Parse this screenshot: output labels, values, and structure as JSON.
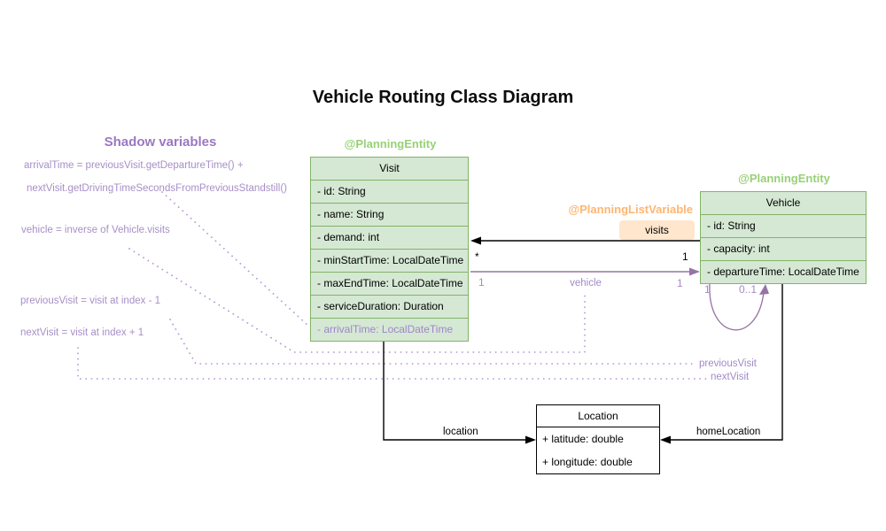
{
  "title": "Vehicle Routing Class Diagram",
  "shadow_panel": {
    "heading": "Shadow variables",
    "lines": [
      "arrivalTime = previousVisit.getDepartureTime() +",
      "nextVisit.getDrivingTimeSecondsFromPreviousStandstill()",
      "vehicle = inverse of Vehicle.visits",
      "previousVisit = visit at index - 1",
      "nextVisit = visit at index + 1"
    ]
  },
  "annotations": {
    "visit_entity": "@PlanningEntity",
    "vehicle_entity": "@PlanningEntity",
    "planning_list_variable": "@PlanningListVariable"
  },
  "classes": {
    "visit": {
      "name": "Visit",
      "attributes": [
        "- id: String",
        "- name: String",
        "- demand: int",
        "- minStartTime: LocalDateTime",
        "- maxEndTime: LocalDateTime",
        "- serviceDuration: Duration"
      ],
      "shadow_attribute": "- arrivalTime: LocalDateTime"
    },
    "vehicle": {
      "name": "Vehicle",
      "attributes": [
        "- id: String",
        "- capacity: int",
        "- departureTime: LocalDateTime"
      ]
    },
    "location": {
      "name": "Location",
      "attributes": [
        "+ latitude: double",
        "+ longitude: double"
      ]
    }
  },
  "relations": {
    "visits": {
      "label": "visits",
      "vehicle_end_multiplicity": "1",
      "visit_end_multiplicity": "*"
    },
    "vehicle": {
      "label": "vehicle",
      "visit_end_multiplicity": "1",
      "vehicle_end_multiplicity": "1"
    },
    "location": {
      "label": "location"
    },
    "home_location": {
      "label": "homeLocation"
    },
    "previous_visit": {
      "label": "previousVisit"
    },
    "next_visit": {
      "label": "nextVisit"
    },
    "vehicle_loop": {
      "source_multiplicity": "1",
      "target_multiplicity": "0..1"
    }
  },
  "colors": {
    "green_fill": "#d5e8d4",
    "green_stroke": "#82b366",
    "green_annotation": "#97d077",
    "orange_fill": "#ffe6cc",
    "orange_annotation": "#ffb570",
    "purple_edge": "#9673a6",
    "purple_text": "#a18ac8",
    "black": "#000000"
  }
}
